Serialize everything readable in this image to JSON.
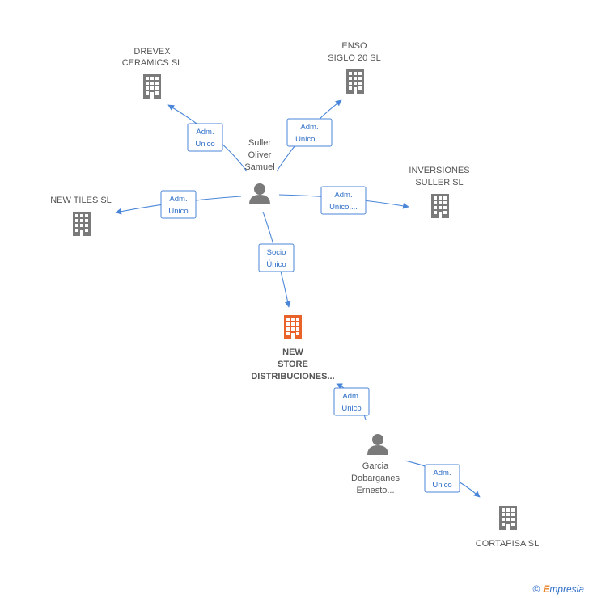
{
  "colors": {
    "company": "#7a7a7a",
    "main_company": "#e8622a",
    "person": "#7a7a7a",
    "edge": "#4a86d8",
    "label": "#555555"
  },
  "companies": {
    "drevex": [
      "DREVEX",
      "CERAMICS  SL"
    ],
    "enso": [
      "ENSO",
      "SIGLO 20  SL"
    ],
    "newtiles": [
      "NEW TILES  SL"
    ],
    "inversiones": [
      "INVERSIONES",
      "SULLER  SL"
    ],
    "newstore": [
      "NEW",
      "STORE",
      "DISTRIBUCIONES..."
    ],
    "cortapisa": [
      "CORTAPISA  SL"
    ]
  },
  "persons": {
    "suller": [
      "Suller",
      "Oliver",
      "Samuel"
    ],
    "garcia": [
      "Garcia",
      "Dobarganes",
      "Ernesto..."
    ]
  },
  "edges": {
    "e1": [
      "Adm.",
      "Unico"
    ],
    "e2": [
      "Adm.",
      "Unico,..."
    ],
    "e3": [
      "Adm.",
      "Unico"
    ],
    "e4": [
      "Adm.",
      "Unico,..."
    ],
    "e5": [
      "Socio",
      "Único"
    ],
    "e6": [
      "Adm.",
      "Unico"
    ],
    "e7": [
      "Adm.",
      "Unico"
    ]
  },
  "footer": {
    "copyright": "©",
    "brand_first": "E",
    "brand_rest": "mpresia"
  }
}
